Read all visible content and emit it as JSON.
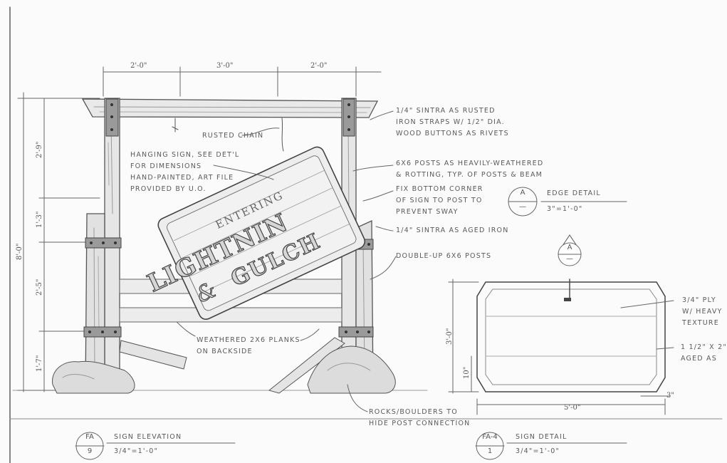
{
  "dimensions": {
    "top_left": "2'-0\"",
    "top_mid": "3'-0\"",
    "top_right": "2'-0\"",
    "overall_height": "8'-0\"",
    "seg1": "2'-9\"",
    "seg2": "1'-3\"",
    "seg3": "2'-5\"",
    "seg4": "1'-7\"",
    "detail_width": "5'-0\"",
    "detail_height": "3'-0\"",
    "detail_inset": "10\"",
    "detail_edge": "3\""
  },
  "sign": {
    "entering": "ENTERING",
    "word1": "LIGHTNIN",
    "amp": "&",
    "word2": "GULCH"
  },
  "notes": {
    "rusted_chain": "RUSTED CHAIN",
    "hanging_sign": [
      "HANGING SIGN, SEE DET'L",
      "FOR DIMENSIONS",
      "HAND-PAINTED, ART FILE",
      "PROVIDED BY U.O."
    ],
    "straps": [
      "1/4\" SINTRA AS RUSTED",
      "IRON STRAPS W/ 1/2\" DIA.",
      "WOOD BUTTONS AS RIVETS"
    ],
    "posts": [
      "6X6 POSTS AS HEAVILY-WEATHERED",
      "& ROTTING, TYP. OF POSTS & BEAM"
    ],
    "fix_corner": [
      "FIX BOTTOM CORNER",
      "OF SIGN TO POST TO",
      "PREVENT SWAY"
    ],
    "aged_iron": "1/4\" SINTRA AS AGED IRON",
    "double_up": "DOUBLE-UP 6X6 POSTS",
    "planks": [
      "WEATHERED 2X6 PLANKS",
      "ON BACKSIDE"
    ],
    "rocks": [
      "ROCKS/BOULDERS TO",
      "HIDE POST CONNECTION"
    ],
    "plywood": [
      "3/4\" PLY",
      "W/ HEAVY",
      "TEXTURE"
    ],
    "batten": [
      "1 1/2\" X 2\"",
      "AGED AS"
    ]
  },
  "section_tag": {
    "letter": "A",
    "sheet": "—",
    "title": "EDGE DETAIL",
    "scale": "3\"=1'-0\""
  },
  "section_marker": {
    "letter": "A",
    "sheet": "—"
  },
  "titles": {
    "elevation": {
      "code": "FA",
      "number": "9",
      "title": "SIGN ELEVATION",
      "scale": "3/4\"=1'-0\""
    },
    "detail": {
      "code": "FA-4",
      "number": "1",
      "title": "SIGN DETAIL",
      "scale": "3/4\"=1'-0\""
    }
  }
}
